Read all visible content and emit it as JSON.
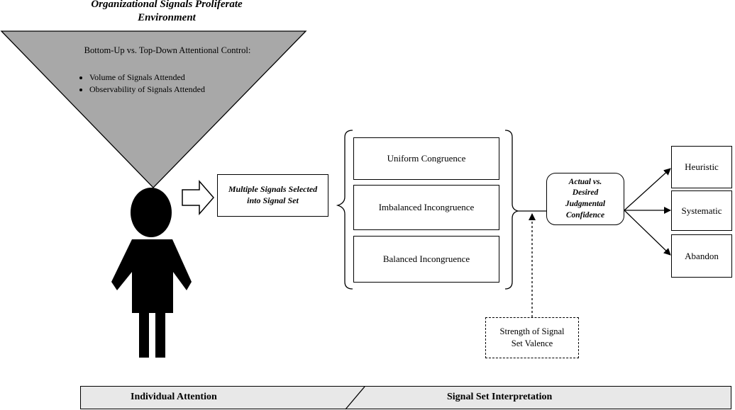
{
  "title": {
    "line1": "Organizational Signals Proliferate",
    "line2": "Environment"
  },
  "attention": {
    "heading": "Bottom-Up vs. Top-Down Attentional Control:",
    "items": [
      "Volume of Signals Attended",
      "Observability of Signals Attended"
    ]
  },
  "multiple_signals": {
    "line1": "Multiple Signals Selected",
    "line2": "into Signal Set"
  },
  "congruence": [
    "Uniform Congruence",
    "Imbalanced Incongruence",
    "Balanced Incongruence"
  ],
  "confidence": {
    "line1": "Actual vs.",
    "line2": "Desired",
    "line3": "Judgmental",
    "line4": "Confidence"
  },
  "strength": {
    "line1": "Strength of Signal",
    "line2": "Set Valence"
  },
  "outcomes": [
    "Heuristic",
    "Systematic",
    "Abandon"
  ],
  "footer": {
    "left": "Individual Attention",
    "right": "Signal Set Interpretation"
  },
  "colors": {
    "funnel_fill": "#a8a8a8",
    "person_fill": "#000000",
    "footer_fill": "#e8e8e8"
  }
}
